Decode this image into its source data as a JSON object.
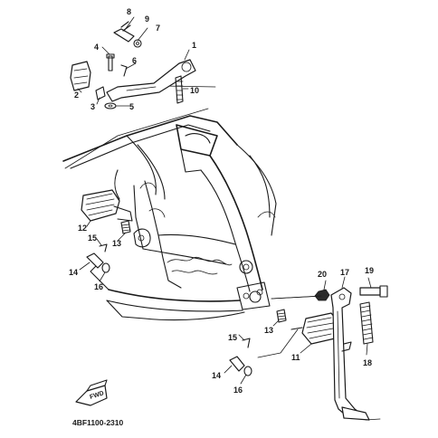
{
  "diagram": {
    "code": "4BF1100-2310",
    "direction_mark": "FWD"
  },
  "callouts": {
    "c1": "1",
    "c2": "2",
    "c3": "3",
    "c4": "4",
    "c5": "5",
    "c6": "6",
    "c7": "7",
    "c8": "8",
    "c9": "9",
    "c10": "10",
    "c11": "11",
    "c12": "12",
    "c13a": "13",
    "c13b": "13",
    "c14a": "14",
    "c14b": "14",
    "c15a": "15",
    "c15b": "15",
    "c16a": "16",
    "c16b": "16",
    "c17": "17",
    "c18": "18",
    "c19": "19",
    "c20": "20"
  }
}
